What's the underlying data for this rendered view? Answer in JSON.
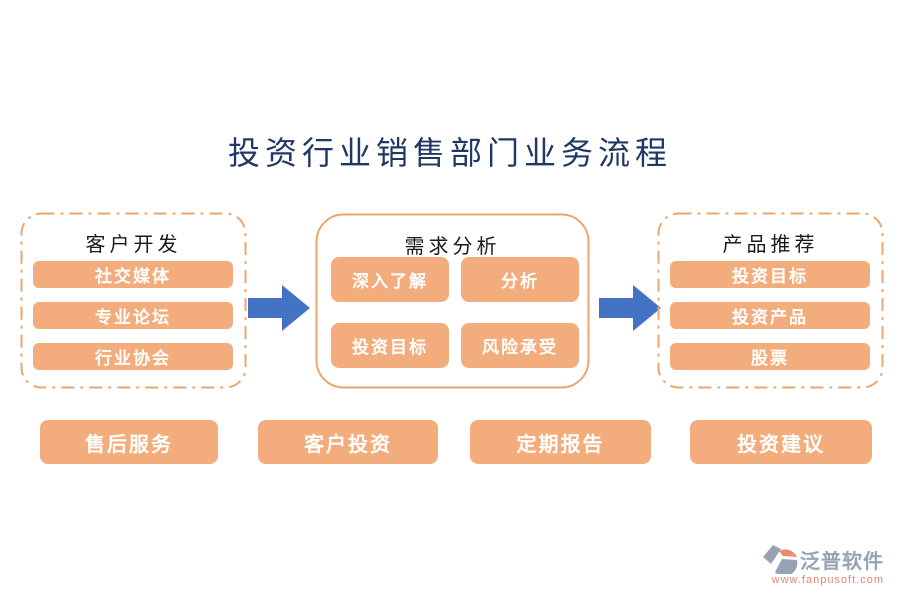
{
  "title": "投资行业销售部门业务流程",
  "colors": {
    "title_text": "#1F3864",
    "panel_border": "#E9A76F",
    "panel_title_text": "#1A1A1A",
    "pill_fill": "#F3AD7C",
    "pill_text": "#FFFFFF",
    "arrow_blue": "#4472C4",
    "logo_gray": "#97A3B4",
    "logo_orange": "#E8906A",
    "url_orange": "#DE8A70"
  },
  "panels": [
    {
      "title": "客户开发",
      "border_style": "dash-dot",
      "items": [
        "社交媒体",
        "专业论坛",
        "行业协会"
      ]
    },
    {
      "title": "需求分析",
      "border_style": "solid",
      "items": [
        "深入了解",
        "分析",
        "投资目标",
        "风险承受"
      ]
    },
    {
      "title": "产品推荐",
      "border_style": "dash-dot",
      "items": [
        "投资目标",
        "投资产品",
        "股票"
      ]
    }
  ],
  "bottom_buttons": [
    "售后服务",
    "客户投资",
    "定期报告",
    "投资建议"
  ],
  "footer": {
    "brand": "泛普软件",
    "url": "www.fanpusoft.com"
  }
}
